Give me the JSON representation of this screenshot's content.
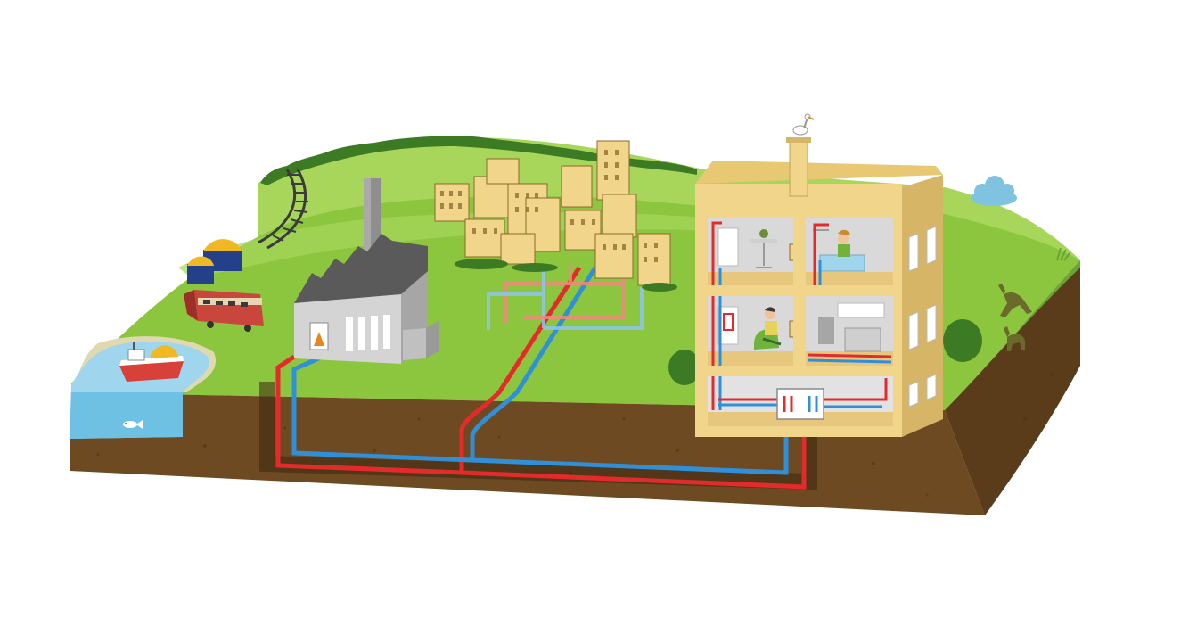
{
  "scene": {
    "type": "district-heating-illustration",
    "text_labels": [],
    "elements": [
      "cloud",
      "wooded-hill",
      "railway-track",
      "coal-wagon",
      "locomotive",
      "lake",
      "cargo-ship",
      "fish",
      "power-plant",
      "chimney",
      "town-buildings",
      "apartment-house",
      "stork",
      "heat-exchanger",
      "radiators",
      "person-reading",
      "person-bathing",
      "deer",
      "underground-pipes"
    ],
    "colors": {
      "sky": "#ffffff",
      "grass_top": "#8cc63e",
      "grass_light": "#a7d65b",
      "grass_side": "#6aa336",
      "soil": "#6e4a22",
      "soil_dark": "#4d3115",
      "water": "#9fd6ee",
      "water_deep": "#5bb8e0",
      "supply_pipe": "#e32b2b",
      "return_pipe": "#2f8fd8",
      "house_wall": "#f1d58a",
      "house_shadow": "#d7b566",
      "plant_grey": "#c9c9c9",
      "plant_dark": "#6f6f6f",
      "trees": "#3d7a24",
      "cloud": "#7fc3e0"
    }
  }
}
